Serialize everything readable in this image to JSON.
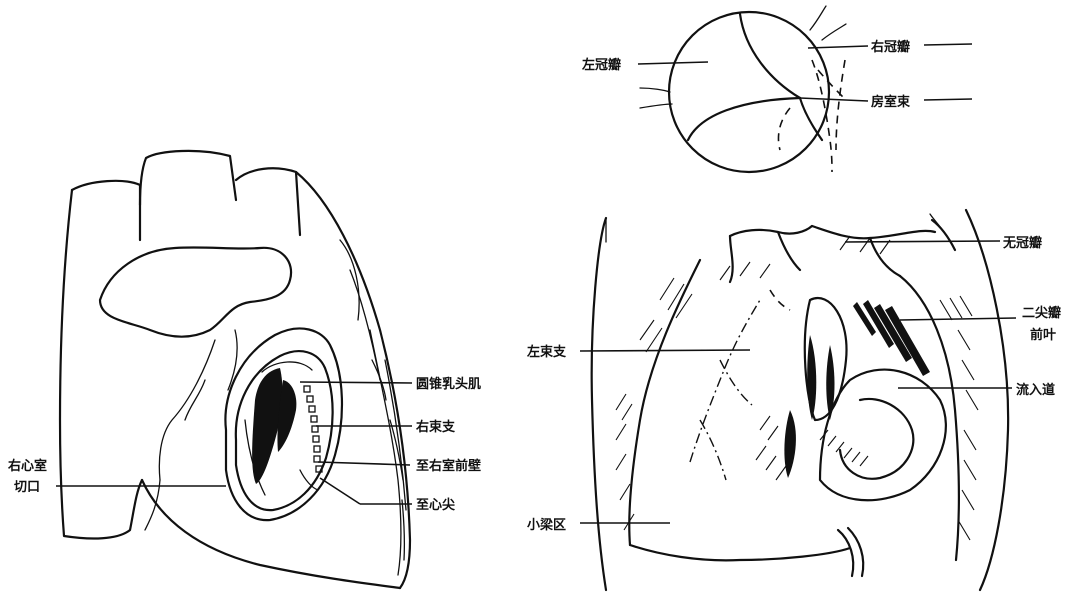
{
  "heart": {
    "label_papillary": "圆锥乳头肌",
    "label_right_bundle": "右束支",
    "label_to_anterior_wall": "至右室前壁",
    "label_to_apex": "至心尖",
    "label_rv_incision_line1": "右心室",
    "label_rv_incision_line2": "切口"
  },
  "valve": {
    "label_left_cusp": "左冠瓣",
    "label_right_cusp": "右冠瓣",
    "label_av_bundle": "房室束"
  },
  "lv": {
    "label_noncoronary_cusp": "无冠瓣",
    "label_mitral_line1": "二尖瓣",
    "label_mitral_line2": "前叶",
    "label_inflow": "流入道",
    "label_left_bundle": "左束支",
    "label_trabecular": "小梁区"
  }
}
